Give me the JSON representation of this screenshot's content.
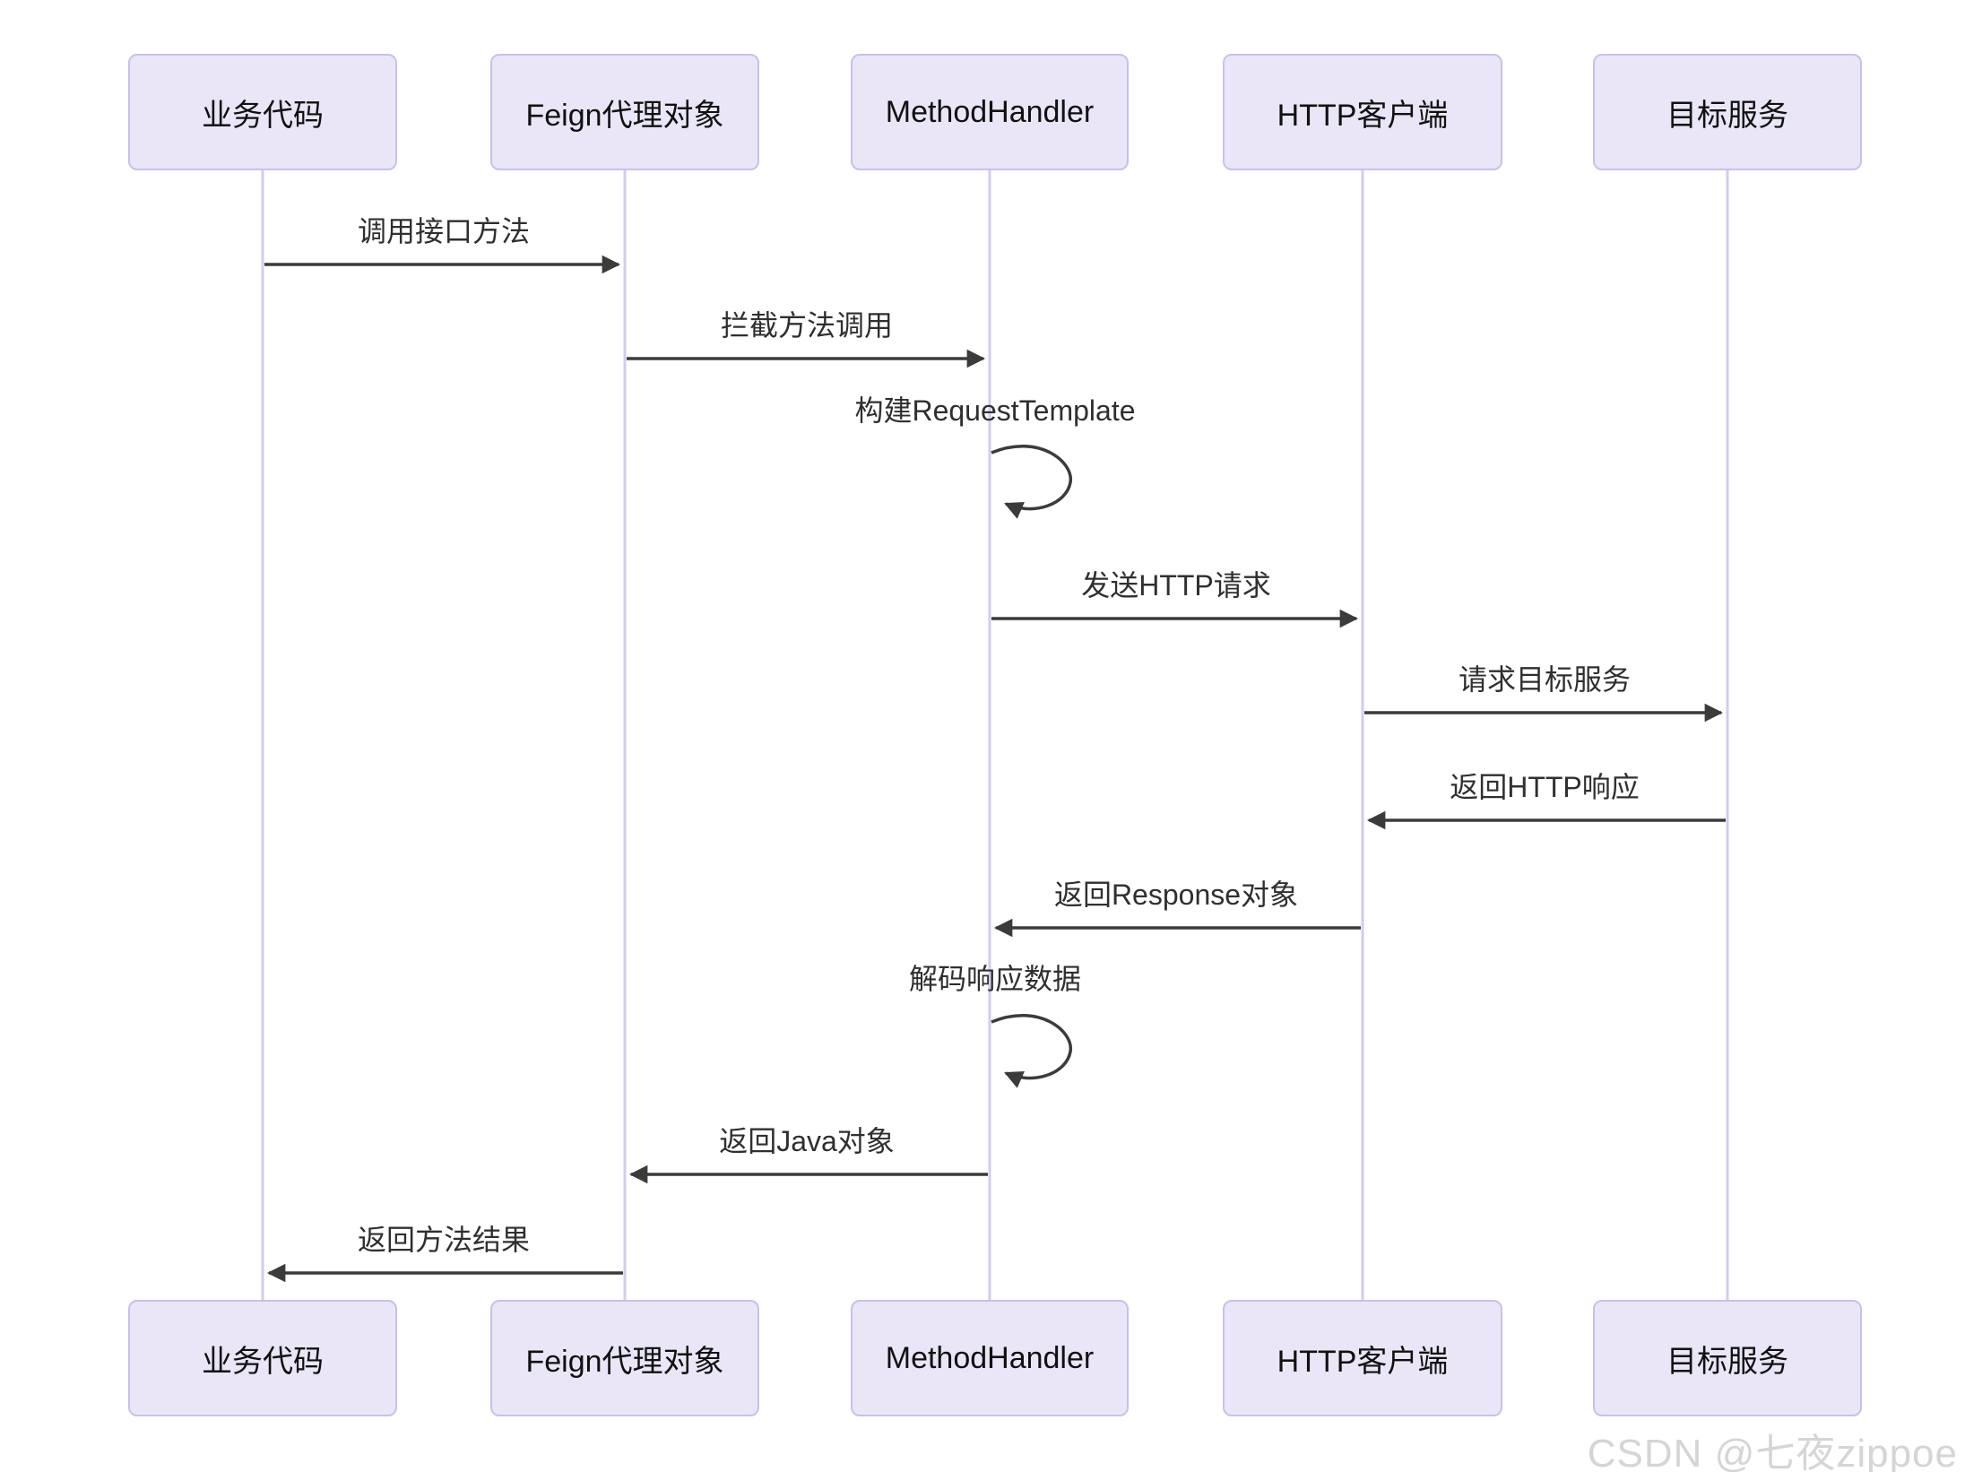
{
  "diagram": {
    "type": "sequence-diagram",
    "participants": [
      {
        "label": "业务代码"
      },
      {
        "label": "Feign代理对象"
      },
      {
        "label": "MethodHandler"
      },
      {
        "label": "HTTP客户端"
      },
      {
        "label": "目标服务"
      }
    ],
    "messages": [
      {
        "label": "调用接口方法",
        "from": "业务代码",
        "to": "Feign代理对象",
        "type": "solid-arrow",
        "direction": "right"
      },
      {
        "label": "拦截方法调用",
        "from": "Feign代理对象",
        "to": "MethodHandler",
        "type": "solid-arrow",
        "direction": "right"
      },
      {
        "label": "构建RequestTemplate",
        "from": "MethodHandler",
        "to": "MethodHandler",
        "type": "self-loop",
        "direction": "self"
      },
      {
        "label": "发送HTTP请求",
        "from": "MethodHandler",
        "to": "HTTP客户端",
        "type": "solid-arrow",
        "direction": "right"
      },
      {
        "label": "请求目标服务",
        "from": "HTTP客户端",
        "to": "目标服务",
        "type": "solid-arrow",
        "direction": "right"
      },
      {
        "label": "返回HTTP响应",
        "from": "目标服务",
        "to": "HTTP客户端",
        "type": "solid-arrow",
        "direction": "left"
      },
      {
        "label": "返回Response对象",
        "from": "HTTP客户端",
        "to": "MethodHandler",
        "type": "solid-arrow",
        "direction": "left"
      },
      {
        "label": "解码响应数据",
        "from": "MethodHandler",
        "to": "MethodHandler",
        "type": "self-loop",
        "direction": "self"
      },
      {
        "label": "返回Java对象",
        "from": "MethodHandler",
        "to": "Feign代理对象",
        "type": "solid-arrow",
        "direction": "left"
      },
      {
        "label": "返回方法结果",
        "from": "Feign代理对象",
        "to": "业务代码",
        "type": "solid-arrow",
        "direction": "left"
      }
    ]
  },
  "watermark": {
    "text": "CSDN @七夜zippoe"
  },
  "colors": {
    "background": "#ffffff",
    "actor_fill": "#eae6f8",
    "actor_border": "#c9c0e8",
    "lifeline": "#d4cbee",
    "arrow": "#3b3b3b",
    "message_text": "#2f2f2f",
    "actor_text": "#111111",
    "watermark_text": "#d5d5d5"
  }
}
